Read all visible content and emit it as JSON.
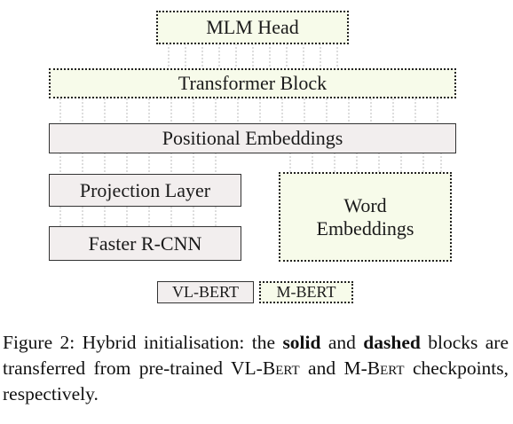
{
  "diagram": {
    "mlm_head": "MLM Head",
    "transformer_block": "Transformer Block",
    "positional_embeddings": "Positional Embeddings",
    "projection_layer": "Projection Layer",
    "faster_rcnn": "Faster R-CNN",
    "word_embeddings_line1": "Word",
    "word_embeddings_line2": "Embeddings",
    "legend_solid": "VL-BERT",
    "legend_dashed": "M-BERT"
  },
  "caption": {
    "prefix": "Figure 2: Hybrid initialisation: the",
    "solid": "solid",
    "and": "and",
    "dashed": "dashed",
    "middle": "blocks are transferred from pre-trained VL-",
    "bert1_initial": "B",
    "bert1_rest": "ert",
    "and2": "and",
    "m_prefix": "M-",
    "bert2_initial": "B",
    "bert2_rest": "ert",
    "suffix": "checkpoints, respectively."
  }
}
